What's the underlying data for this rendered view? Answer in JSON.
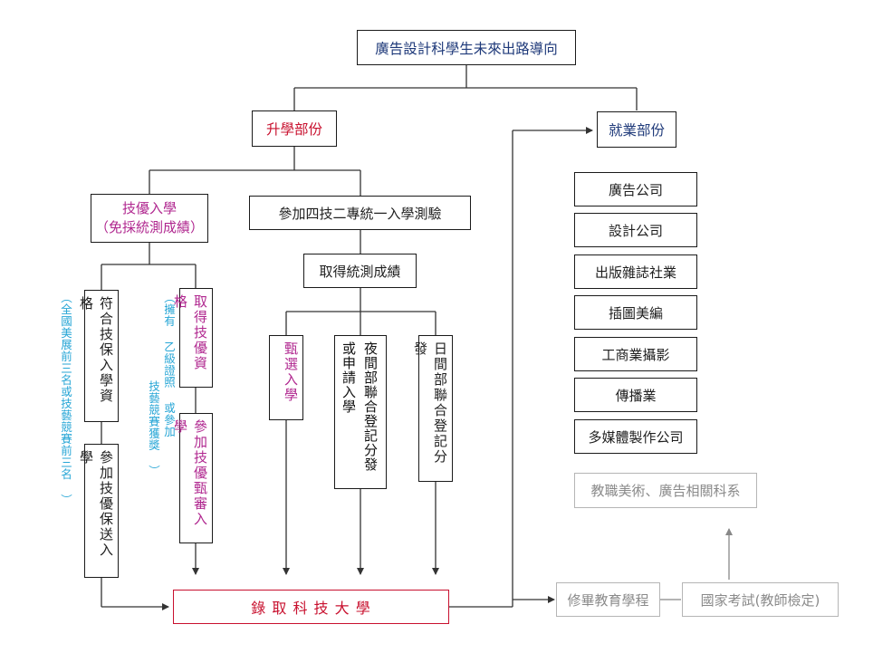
{
  "title": "廣告設計科學生未來出路導向",
  "branches": {
    "study": "升學部份",
    "employment": "就業部份"
  },
  "study": {
    "skill_admission": {
      "line1": "技優入學",
      "line2": "（免採統測成績）"
    },
    "exam": "參加四技二專統一入學測驗",
    "scores": "取得統測成績",
    "qualify_guarantee": "符合技保入學資格",
    "guarantee_admission": "參加技優保送入學",
    "guarantee_note": "（全國美展前三名或技藝競賽前三名 ）",
    "skill_qualify": "取得技優資格",
    "skill_screening": "參加技優甄審入學",
    "skill_note_col1": "（擁有 乙級證照 或參加",
    "skill_note_col2": "技藝競賽獲獎 ）",
    "selection": "甄選入學",
    "night_col1": "夜間部聯合登記分發",
    "night_col2": "或申請入學",
    "day": "日間部聯合登記分發",
    "result": "錄 取 科 技 大 學"
  },
  "jobs": [
    "廣告公司",
    "設計公司",
    "出版雜誌社業",
    "插圖美編",
    "工商業攝影",
    "傳播業",
    "多媒體製作公司"
  ],
  "teaching": {
    "program": "修畢教育學程",
    "exam": "國家考試(教師檢定)",
    "department": "教職美術、廣告相關科系"
  }
}
